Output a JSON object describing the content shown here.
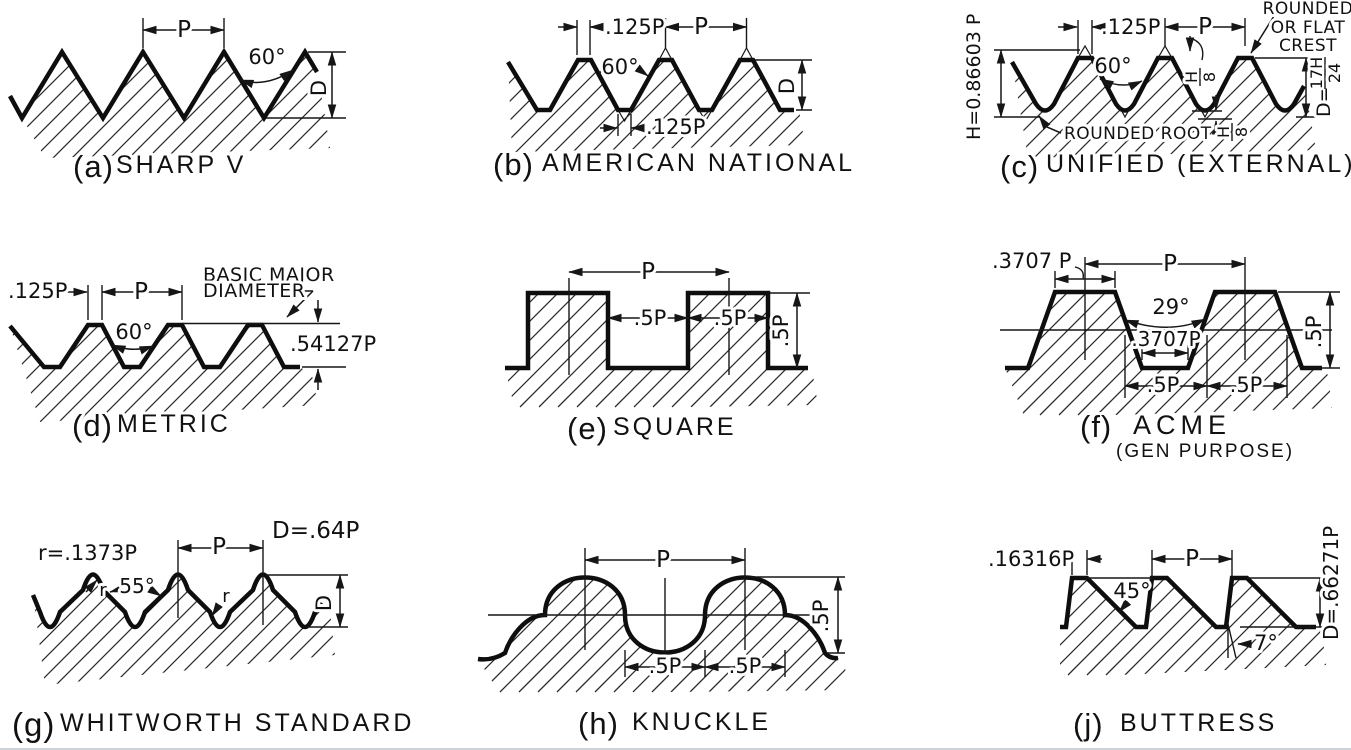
{
  "colors": {
    "ink": "#111111",
    "background": "#ffffff"
  },
  "panels": {
    "a": {
      "caption_id": "(a)",
      "caption_name": "SHARP V",
      "pitch": "P",
      "angle": "60°",
      "depth": "D"
    },
    "b": {
      "caption_id": "(b)",
      "caption_name": "AMERICAN NATIONAL",
      "crest_flat": ".125P",
      "pitch": "P",
      "angle": "60°",
      "root_flat": ".125P",
      "depth": "D"
    },
    "c": {
      "caption_id": "(c)",
      "caption_name": "UNIFIED (EXTERNAL)",
      "height_formula": "H=0.86603 P",
      "crest_flat": ".125P",
      "pitch": "P",
      "angle": "60°",
      "crest_note_lines": [
        "ROUNDED",
        "OR FLAT",
        "CREST"
      ],
      "trunc_num": "H",
      "trunc_den": "8",
      "root_note": "ROUNDED ROOT",
      "depth_prefix": "D=",
      "depth_num": "17H",
      "depth_den": "24"
    },
    "d": {
      "caption_id": "(d)",
      "caption_name": "METRIC",
      "crest_flat": ".125P",
      "pitch": "P",
      "angle": "60°",
      "major_note_lines": [
        "BASIC MAJOR",
        "DIAMETER"
      ],
      "depth": ".54127P"
    },
    "e": {
      "caption_id": "(e)",
      "caption_name": "SQUARE",
      "pitch": "P",
      "space": ".5P",
      "tooth": ".5P",
      "depth": ".5P"
    },
    "f": {
      "caption_id": "(f)",
      "caption_name": "ACME",
      "caption_sub": "(GEN PURPOSE)",
      "crest_flat": ".3707 P",
      "pitch": "P",
      "angle": "29°",
      "root_flat": ".3707P",
      "space": ".5P",
      "tooth": ".5P",
      "depth": ".5P"
    },
    "g": {
      "caption_id": "(g)",
      "caption_name": "WHITWORTH STANDARD",
      "radius_formula": "r=.1373P",
      "angle": "55°",
      "pitch": "P",
      "depth_formula": "D=.64P",
      "radius_label": "r",
      "depth": "D"
    },
    "h": {
      "caption_id": "(h)",
      "caption_name": "KNUCKLE",
      "pitch": "P",
      "space": ".5P",
      "tooth": ".5P",
      "depth": ".5P"
    },
    "j": {
      "caption_id": "(j)",
      "caption_name": "BUTTRESS",
      "crest_flat": ".16316P",
      "pitch": "P",
      "flank_angle": "45°",
      "front_angle": "7°",
      "depth_formula": "D=.66271P"
    }
  }
}
